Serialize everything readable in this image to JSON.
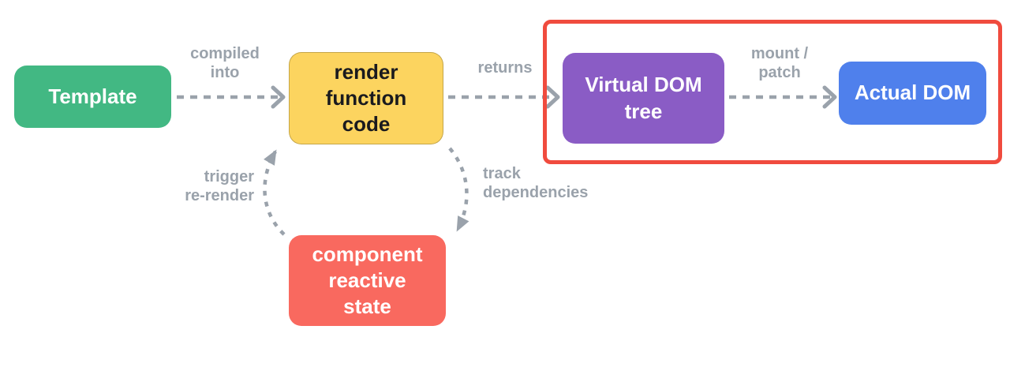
{
  "nodes": {
    "template": {
      "label": "Template",
      "color": "#42b883",
      "text_color": "#ffffff"
    },
    "render_function_code": {
      "label": "render\nfunction\ncode",
      "color": "#fcd45f",
      "text_color": "#1a1a1e"
    },
    "virtual_dom_tree": {
      "label": "Virtual DOM\ntree",
      "color": "#8a5cc5",
      "text_color": "#ffffff"
    },
    "actual_dom": {
      "label": "Actual DOM",
      "color": "#4f80ec",
      "text_color": "#ffffff"
    },
    "component_reactive_state": {
      "label": "component\nreactive\nstate",
      "color": "#f9695f",
      "text_color": "#ffffff"
    }
  },
  "edges": {
    "compiled_into": {
      "label": "compiled\ninto"
    },
    "returns": {
      "label": "returns"
    },
    "mount_patch": {
      "label": "mount /\npatch"
    },
    "track_dependencies": {
      "label": "track\ndependencies"
    },
    "trigger_re_render": {
      "label": "trigger\nre-render"
    }
  },
  "colors": {
    "arrow_and_labels": "#9aa2ab",
    "highlight_border": "#f04b3e",
    "background": "#ffffff"
  }
}
